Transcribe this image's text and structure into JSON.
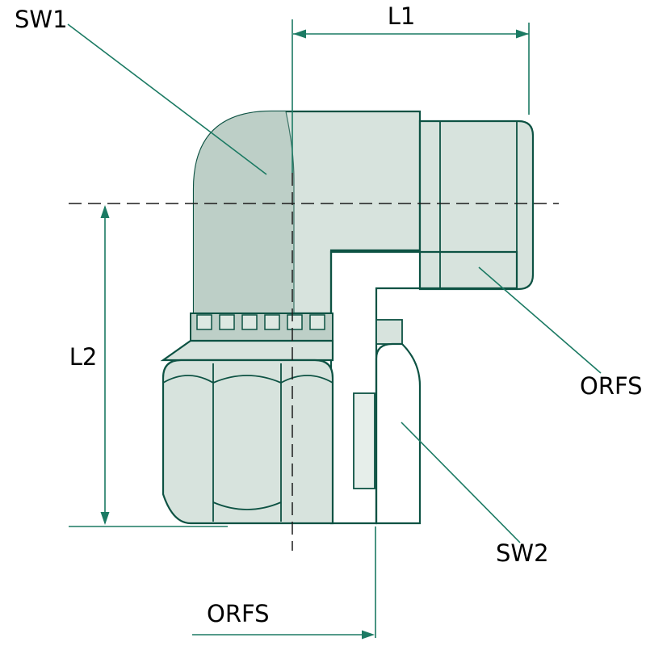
{
  "diagram": {
    "type": "technical-drawing",
    "subject": "90-degree ORFS elbow hydraulic fitting, part section view",
    "labels": {
      "sw1": "SW1",
      "l1": "L1",
      "l2": "L2",
      "orfs_right": "ORFS",
      "sw2": "SW2",
      "orfs_bottom": "ORFS"
    },
    "colors": {
      "background": "#ffffff",
      "part_outline": "#0d5243",
      "dimension_line": "#1b7a63",
      "centerline": "#1c1c1c",
      "fill_light": "#d7e3dd",
      "fill_mid": "#bdcfc7",
      "hatch_line": "#2e7d68",
      "text": "#000000"
    }
  }
}
